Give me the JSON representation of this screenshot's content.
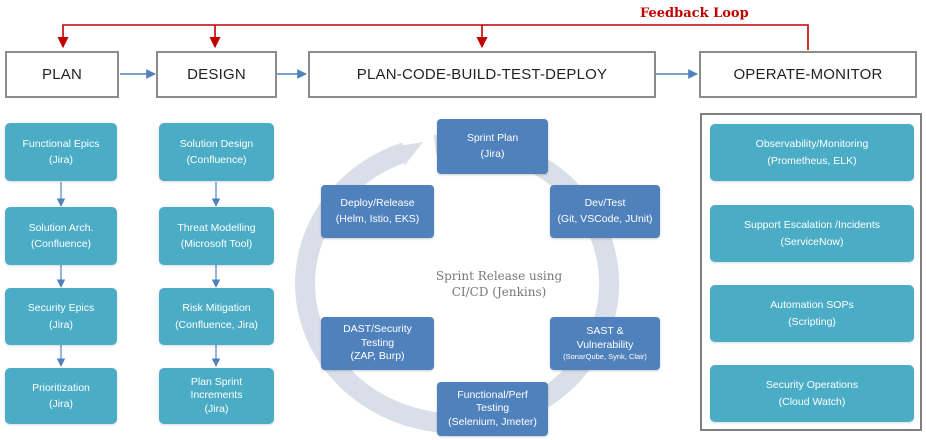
{
  "feedback_label": "Feedback Loop",
  "phases": {
    "plan": "PLAN",
    "design": "DESIGN",
    "pcbtd": "PLAN-CODE-BUILD-TEST-DEPLOY",
    "operate": "OPERATE-MONITOR"
  },
  "plan_items": [
    {
      "title": "Functional Epics",
      "sub": "(Jira)"
    },
    {
      "title": "Solution Arch.",
      "sub": "(Confluence)"
    },
    {
      "title": "Security Epics",
      "sub": "(Jira)"
    },
    {
      "title": "Prioritization",
      "sub": "(Jira)"
    }
  ],
  "design_items": [
    {
      "title": "Solution Design",
      "sub": "(Confluence)"
    },
    {
      "title": "Threat Modelling",
      "sub": "(Microsoft Tool)"
    },
    {
      "title": "Risk Mitigation",
      "sub": "(Confluence, Jira)"
    },
    {
      "title": "Plan Sprint",
      "title2": "Increments",
      "sub": "(Jira)"
    }
  ],
  "cycle": {
    "center_line1": "Sprint Release using",
    "center_line2": "CI/CD (Jenkins)",
    "sprint_plan": {
      "title": "Sprint Plan",
      "sub": "(Jira)"
    },
    "dev_test": {
      "title": "Dev/Test",
      "sub": "(Git, VSCode, JUnit)"
    },
    "sast": {
      "title": "SAST &",
      "title2": "Vulnerability",
      "sub": "(SonarQube,  Synk,  Clair)"
    },
    "functional": {
      "title": "Functional/Perf",
      "title2": "Testing",
      "sub": "(Selenium, Jmeter)"
    },
    "dast": {
      "title": "DAST/Security",
      "title2": "Testing",
      "sub": "(ZAP, Burp)"
    },
    "deploy": {
      "title": "Deploy/Release",
      "sub": "(Helm, Istio, EKS)"
    }
  },
  "operate_items": [
    {
      "title": "Observability/Monitoring",
      "sub": "(Prometheus, ELK)"
    },
    {
      "title": "Support Escalation /Incidents",
      "sub": "(ServiceNow)"
    },
    {
      "title": "Automation SOPs",
      "sub": "(Scripting)"
    },
    {
      "title": "Security Operations",
      "sub": "(Cloud Watch)"
    }
  ],
  "colors": {
    "teal": "#4bacc6",
    "blue": "#4f81bd",
    "feedback": "#c00000",
    "arrow": "#4f81bd",
    "ring": "#d9dfe8"
  }
}
